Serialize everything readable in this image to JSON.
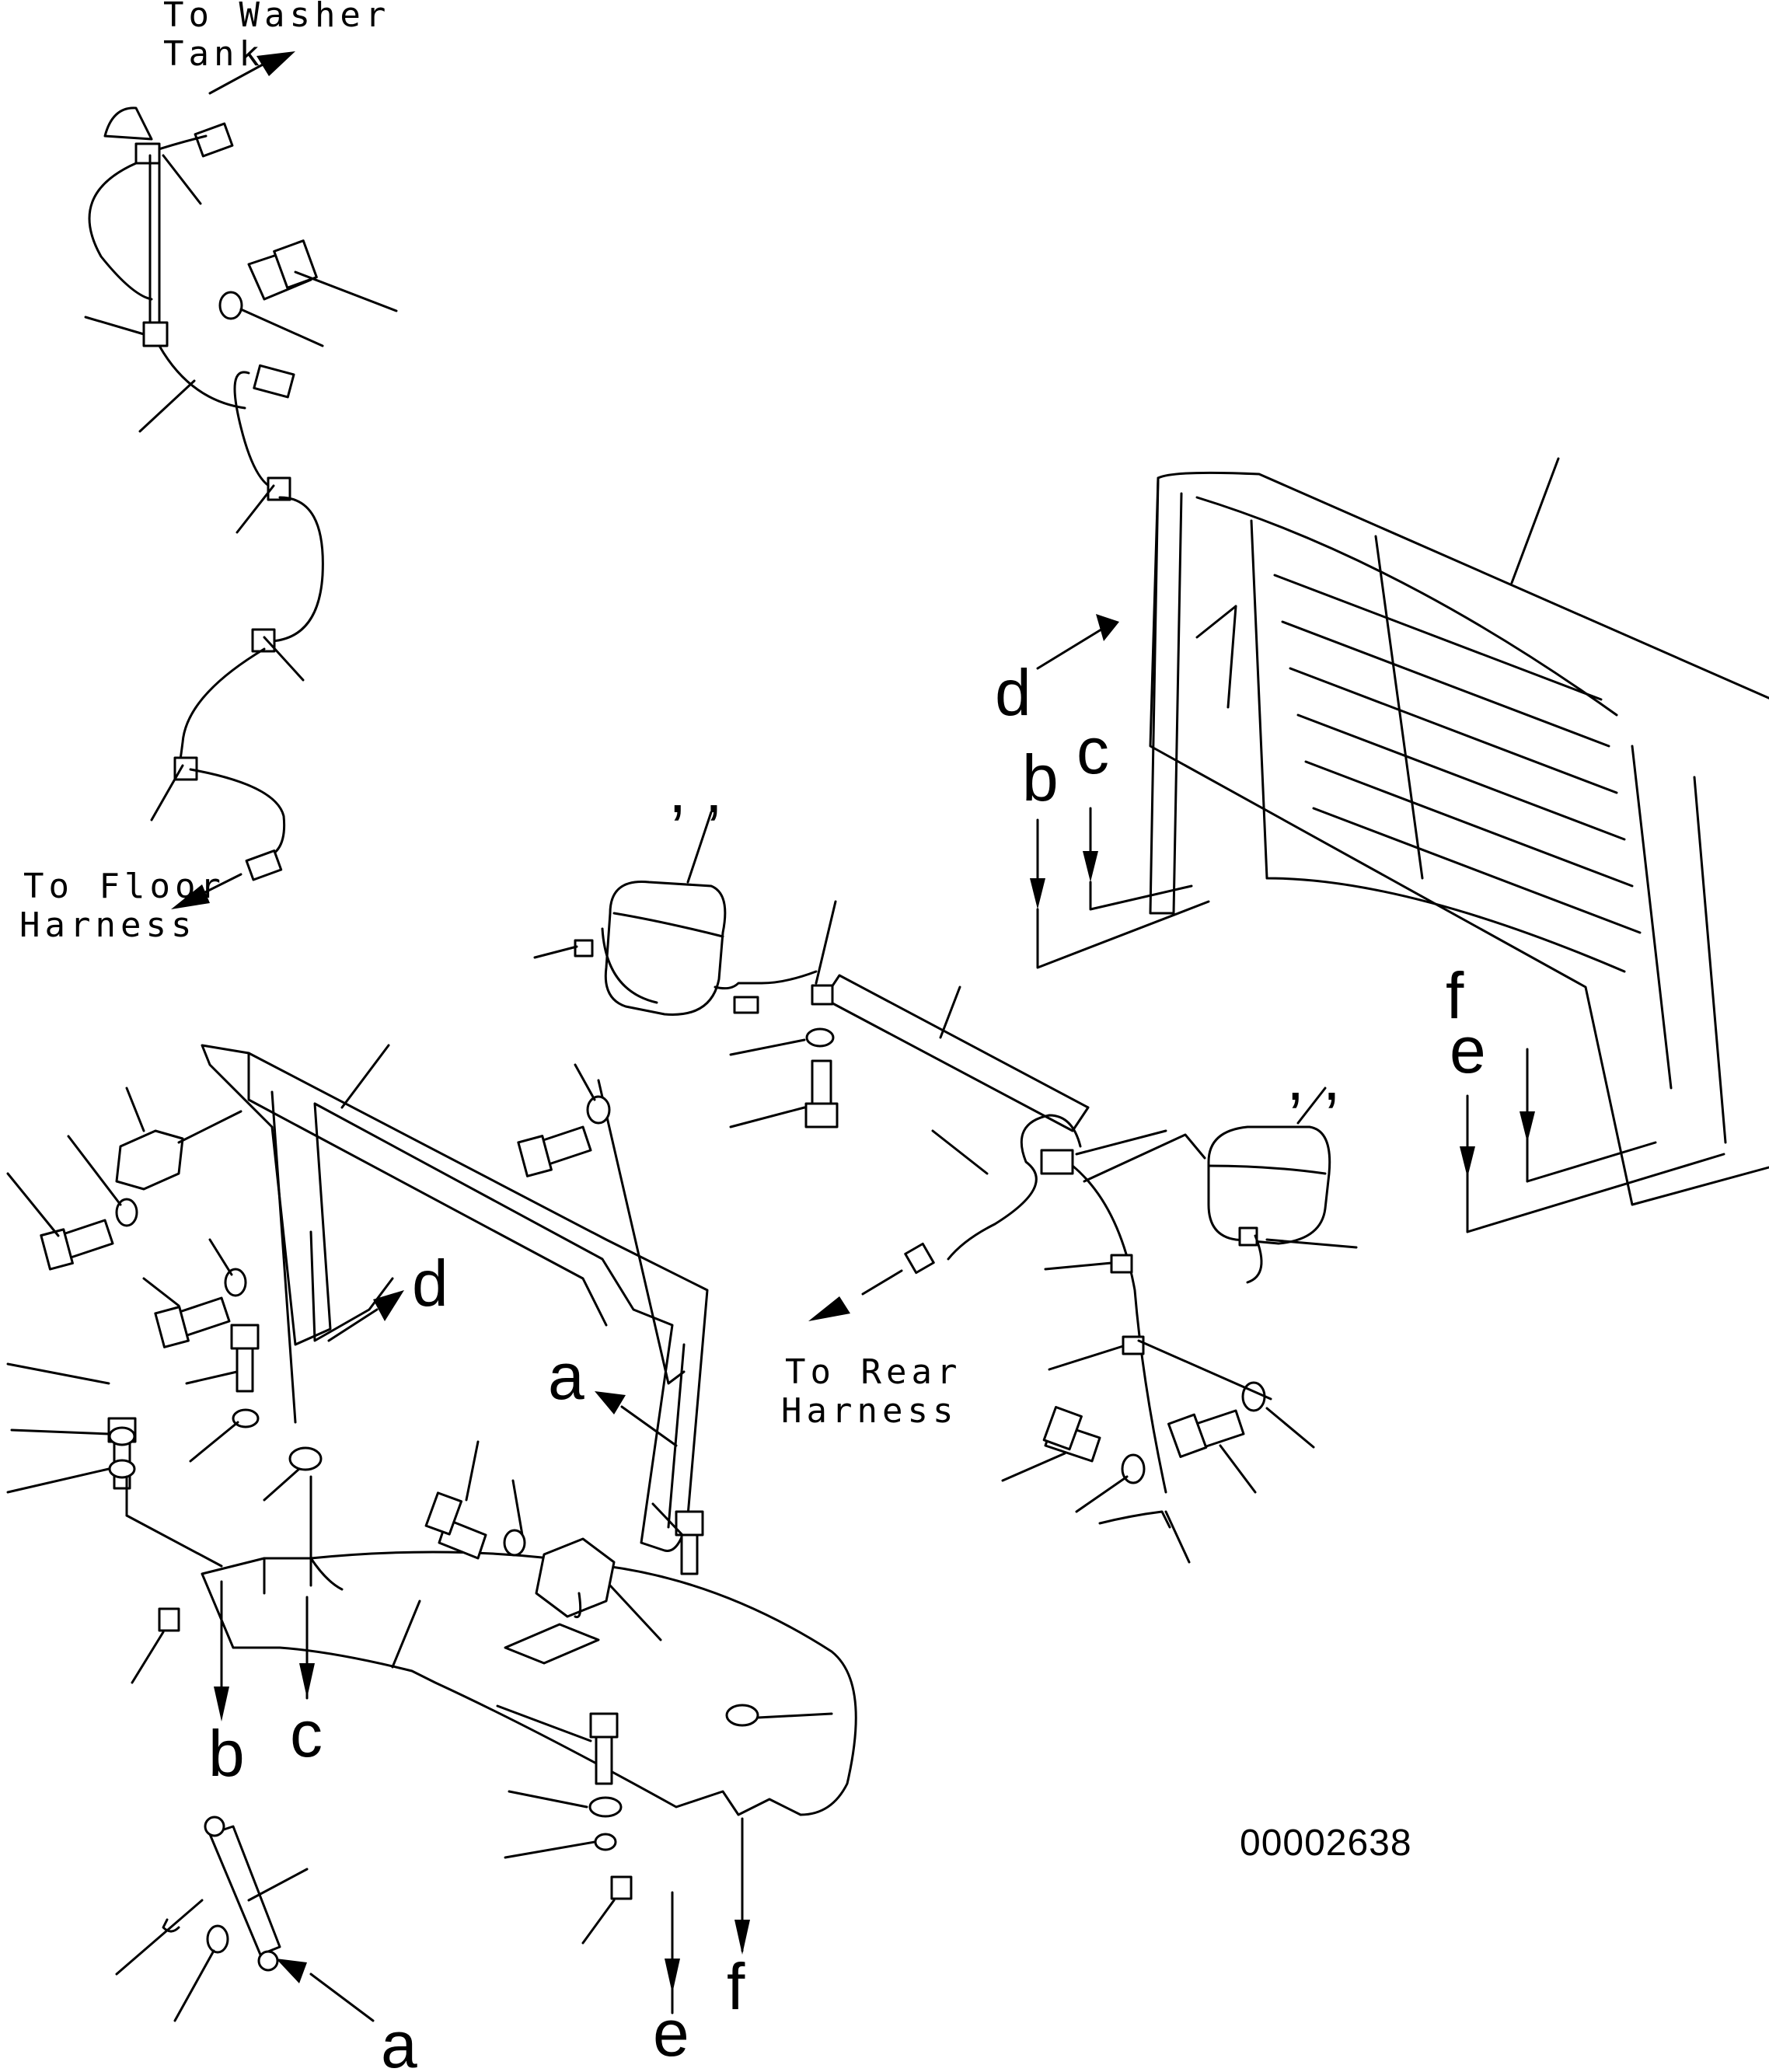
{
  "labels": {
    "to_washer_tank": [
      "To Washer",
      "Tank"
    ],
    "to_floor_harness": [
      "To Floor",
      "Harness"
    ],
    "to_rear_harness": [
      "To Rear",
      "Harness"
    ]
  },
  "reference_letters": {
    "a": "a",
    "b": "b",
    "c": "c",
    "d": "d",
    "e": "e",
    "f": "f"
  },
  "comma_marks": ",  ,",
  "drawing_number": "00002638"
}
